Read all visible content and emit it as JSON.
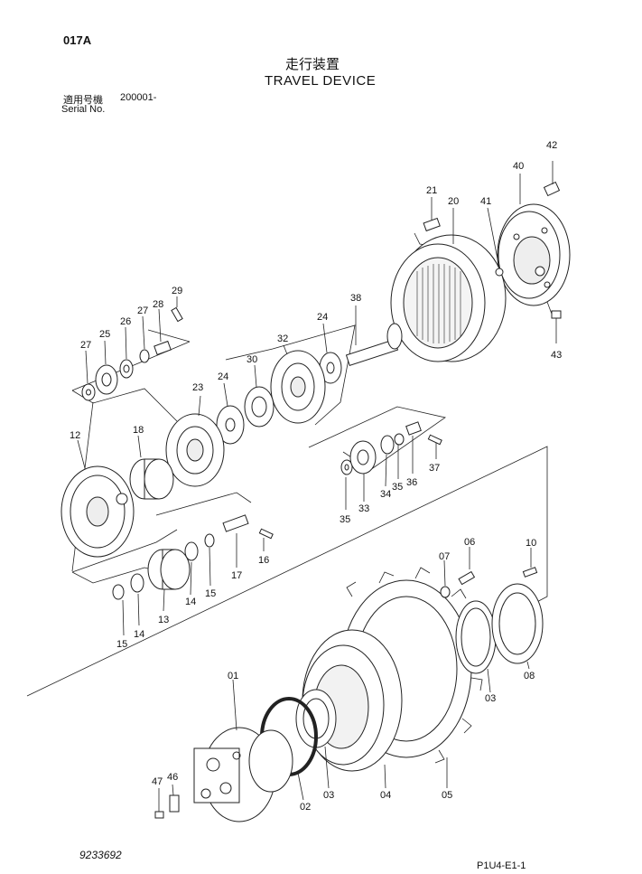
{
  "header": {
    "page_id": "017A",
    "title_jp": "走行装置",
    "title_en": "TRAVEL DEVICE",
    "serial_label_jp": "適用号機",
    "serial_value": "200001-",
    "serial_label_en": "Serial No."
  },
  "footer": {
    "doc_number": "9233692",
    "sheet_ref": "P1U4-E1-1"
  },
  "callouts": {
    "c01": "01",
    "c02": "02",
    "c03a": "03",
    "c03b": "03",
    "c04": "04",
    "c05": "05",
    "c06": "06",
    "c07": "07",
    "c08": "08",
    "c10": "10",
    "c12": "12",
    "c13": "13",
    "c14a": "14",
    "c14b": "14",
    "c15a": "15",
    "c15b": "15",
    "c16": "16",
    "c17": "17",
    "c18": "18",
    "c20": "20",
    "c21": "21",
    "c23": "23",
    "c24a": "24",
    "c24b": "24",
    "c25": "25",
    "c26": "26",
    "c27a": "27",
    "c27b": "27",
    "c28": "28",
    "c29": "29",
    "c30": "30",
    "c32": "32",
    "c33": "33",
    "c34": "34",
    "c35a": "35",
    "c35b": "35",
    "c36": "36",
    "c37": "37",
    "c38": "38",
    "c40": "40",
    "c41": "41",
    "c42": "42",
    "c43": "43",
    "c46": "46",
    "c47": "47"
  }
}
